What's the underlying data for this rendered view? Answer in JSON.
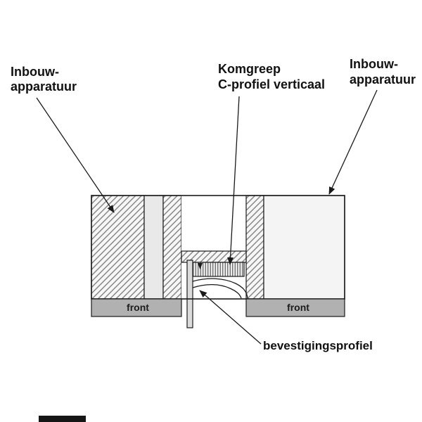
{
  "figure": {
    "labels": {
      "left_appliance": {
        "line1": "Inbouw-",
        "line2": "apparatuur"
      },
      "handle": {
        "line1": "Komgreep",
        "line2": "C-profiel verticaal"
      },
      "right_appliance": {
        "line1": "Inbouw-",
        "line2": "apparatuur"
      },
      "fastening": "bevestigingsprofiel",
      "front_left": "front",
      "front_right": "front"
    },
    "colors": {
      "outline": "#1a1a1a",
      "hatch_line": "#777777",
      "front_bar": "#b1b1b1",
      "spacer_strip": "#e9e9e9",
      "right_block": "#f4f4f4",
      "pin_fill": "#dcdcdc",
      "mark_bar": "#151515"
    }
  }
}
